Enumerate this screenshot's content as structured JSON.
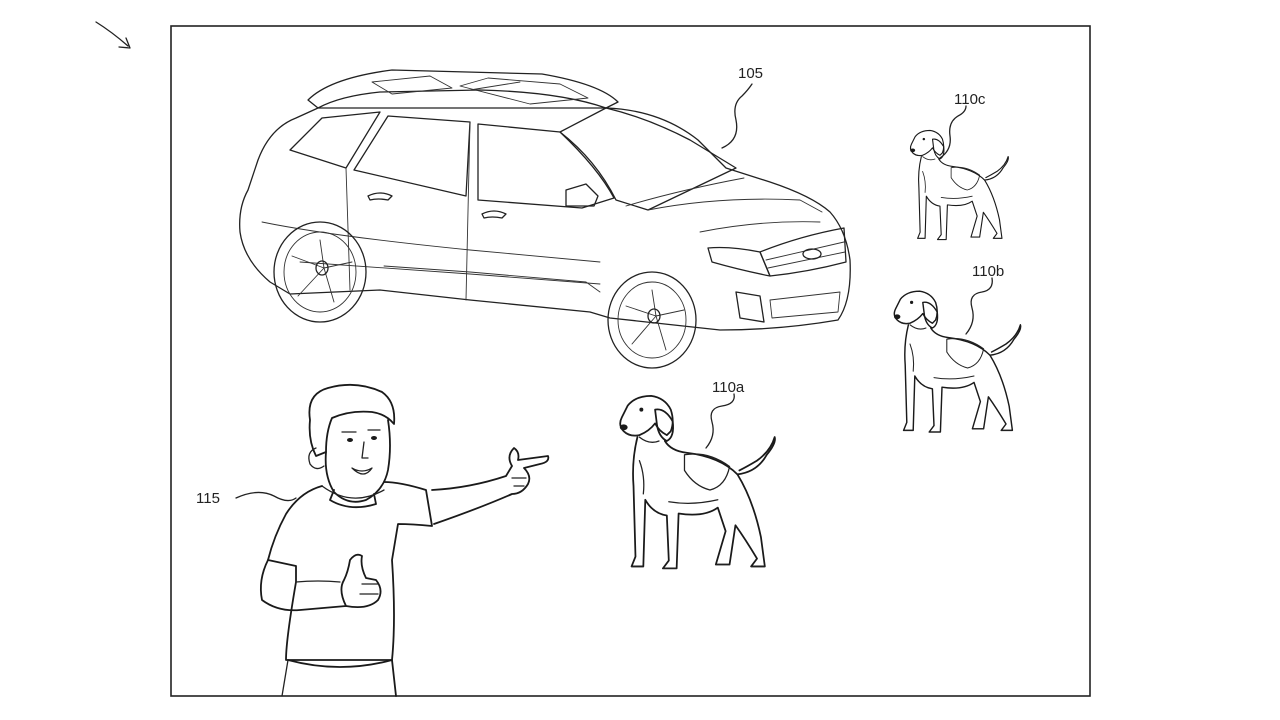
{
  "colors": {
    "ink": "#222222",
    "background": "#ffffff"
  },
  "labels": {
    "vehicle": "105",
    "dog_a": "110a",
    "dog_b": "110b",
    "dog_c": "110c",
    "person": "115"
  },
  "icons": {
    "figure_arrow": "diagonal-arrow-icon",
    "vehicle": "suv-vehicle-icon",
    "dog": "dog-icon",
    "person": "pointing-person-icon"
  }
}
